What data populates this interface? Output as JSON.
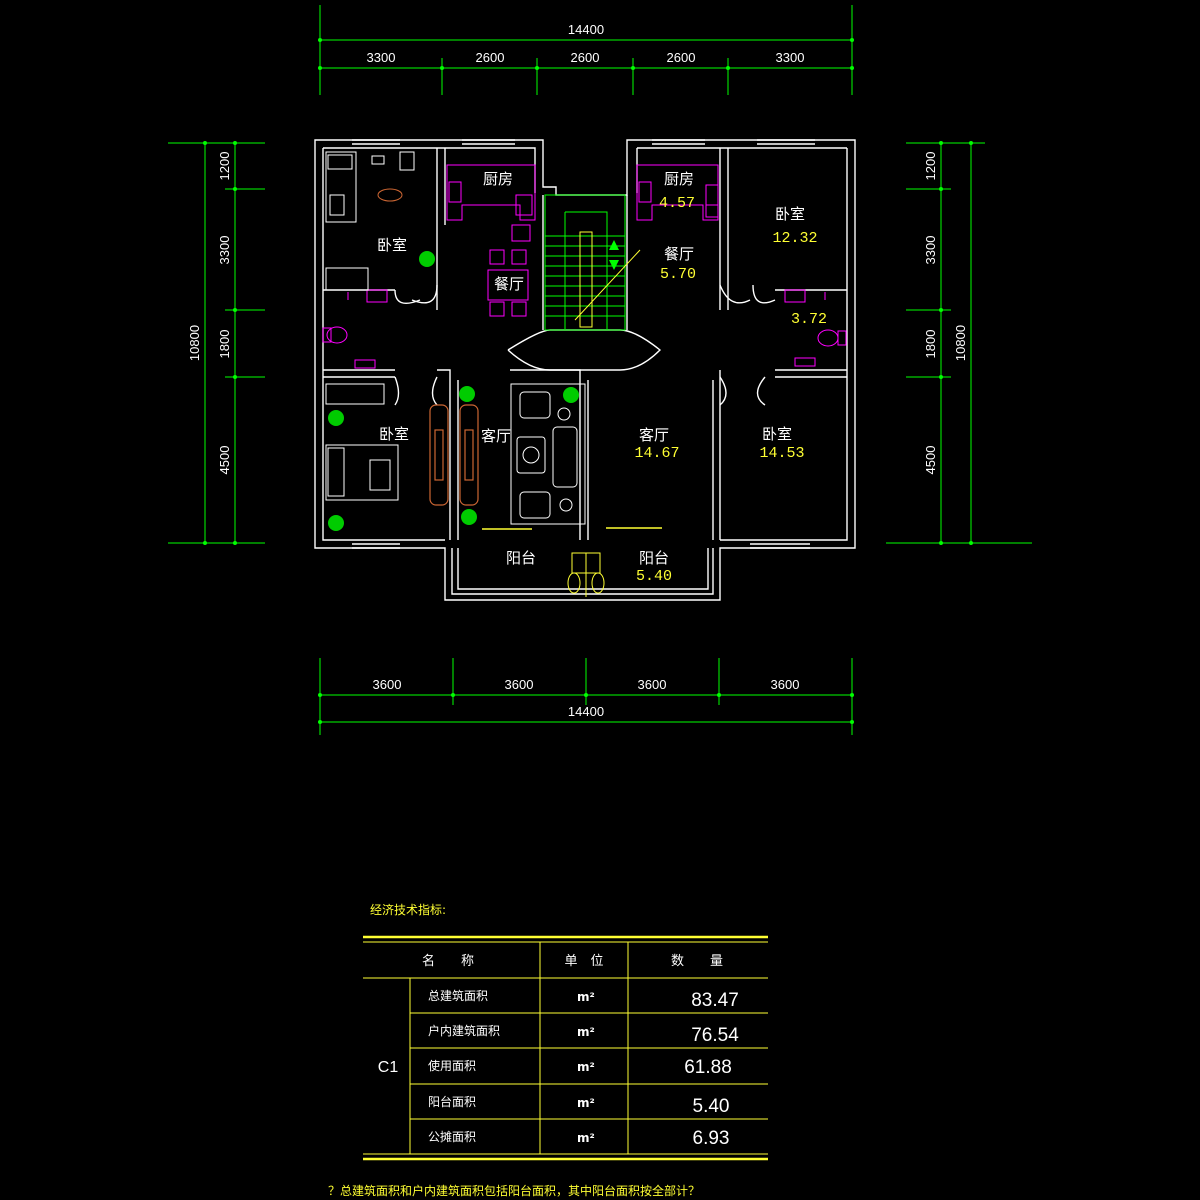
{
  "dimensions": {
    "top_total": "14400",
    "top_segments": [
      "3300",
      "2600",
      "2600",
      "2600",
      "3300"
    ],
    "bottom_segments": [
      "3600",
      "3600",
      "3600",
      "3600"
    ],
    "bottom_total": "14400",
    "left_segments": [
      "1200",
      "3300",
      "1800",
      "4500"
    ],
    "left_total": "10800",
    "right_segments": [
      "1200",
      "3300",
      "1800",
      "4500"
    ],
    "right_total": "10800"
  },
  "rooms": {
    "left_kitchen": "厨房",
    "left_bedroom_top": "卧室",
    "left_dining": "餐厅",
    "left_living": "客厅",
    "left_bedroom_bottom": "卧室",
    "left_balcony": "阳台",
    "right_kitchen": "厨房",
    "right_kitchen_area": "4.57",
    "right_dining": "餐厅",
    "right_dining_area": "5.70",
    "right_bedroom_top": "卧室",
    "right_bedroom_top_area": "12.32",
    "right_bath_area": "3.72",
    "right_living": "客厅",
    "right_living_area": "14.67",
    "right_bedroom_bottom": "卧室",
    "right_bedroom_bottom_area": "14.53",
    "right_balcony": "阳台",
    "right_balcony_area": "5.40"
  },
  "table": {
    "title": "经济技术指标:",
    "headers": [
      "名　　称",
      "单　位",
      "数　　量"
    ],
    "group": "C1",
    "rows": [
      {
        "name": "总建筑面积",
        "unit": "m²",
        "value": "83.47"
      },
      {
        "name": "户内建筑面积",
        "unit": "m²",
        "value": "76.54"
      },
      {
        "name": "使用面积",
        "unit": "m²",
        "value": "61.88"
      },
      {
        "name": "阳台面积",
        "unit": "m²",
        "value": "5.40"
      },
      {
        "name": "公摊面积",
        "unit": "m²",
        "value": "6.93"
      }
    ],
    "note": "？总建筑面积和户内建筑面积包括阳台面积，其中阳台面积按全部计？"
  },
  "colors": {
    "wall": "#ffffff",
    "dimension": "#00ff00",
    "fixture": "#ff00ff",
    "furniture": "#cc6633",
    "plant": "#00cc00",
    "area_text": "#ffff33",
    "stair": "#00ff00"
  }
}
